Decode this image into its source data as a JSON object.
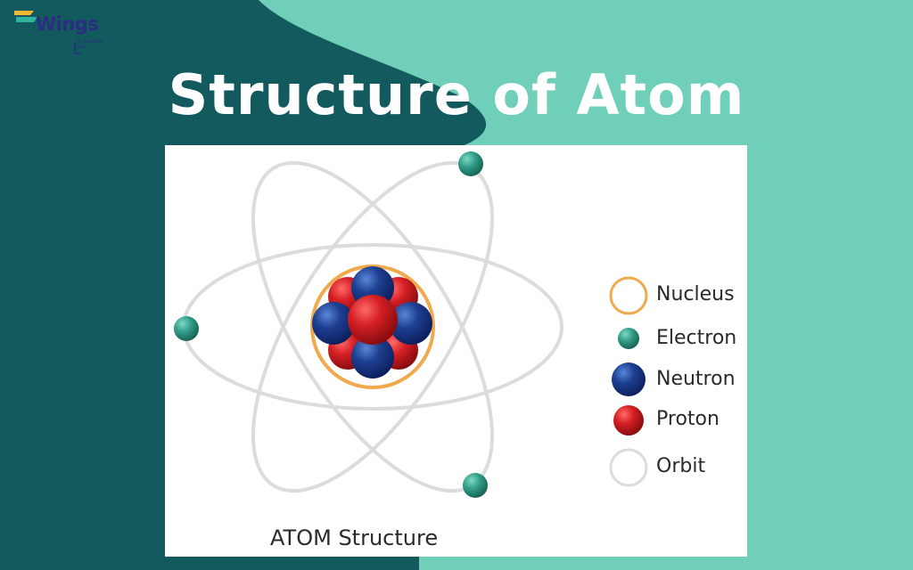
{
  "colors": {
    "dark_bg": "#135a5e",
    "light_bg": "#6fcfb8",
    "panel": "#ffffff",
    "orbit": "#dcdcdc",
    "nucleus_ring": "#f0a94b",
    "electron": "#2f9b86",
    "neutron": "#1e3f91",
    "proton": "#d51f24",
    "title": "#ffffff"
  },
  "logo": {
    "name": "Wings",
    "tagline": "by leverage edu"
  },
  "page": {
    "title": "Structure of Atom"
  },
  "diagram": {
    "caption": "ATOM Structure",
    "legend": [
      {
        "label": "Nucleus",
        "icon": "nucleus-ring-icon"
      },
      {
        "label": "Electron",
        "icon": "electron-icon"
      },
      {
        "label": "Neutron",
        "icon": "neutron-icon"
      },
      {
        "label": "Proton",
        "icon": "proton-icon"
      },
      {
        "label": "Orbit",
        "icon": "orbit-ring-icon"
      }
    ]
  }
}
